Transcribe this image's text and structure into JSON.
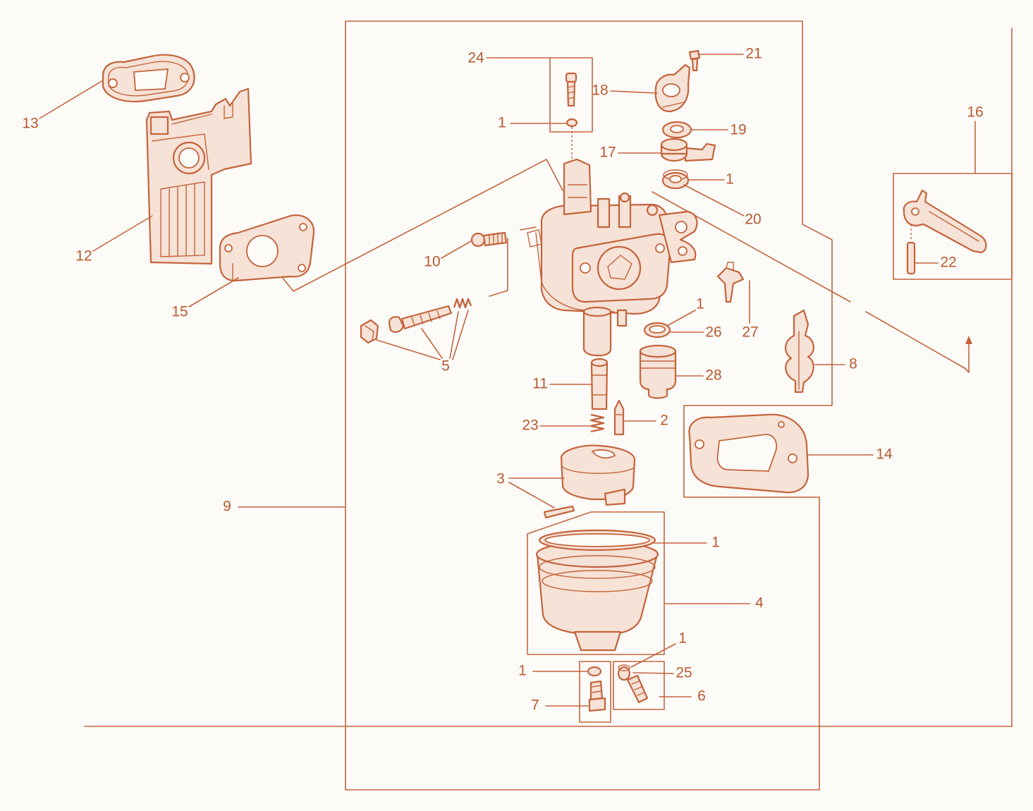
{
  "colors": {
    "background": "#fcfbf8",
    "ink": "#c4643c",
    "text": "#b85a30",
    "part_fill": "#f6e2d6"
  },
  "callouts": [
    "24",
    "21",
    "18",
    "1",
    "19",
    "17",
    "1",
    "20",
    "13",
    "16",
    "12",
    "10",
    "15",
    "1",
    "26",
    "27",
    "5",
    "8",
    "22",
    "11",
    "28",
    "2",
    "23",
    "14",
    "3",
    "9",
    "1",
    "4",
    "1",
    "1",
    "25",
    "6",
    "7"
  ]
}
